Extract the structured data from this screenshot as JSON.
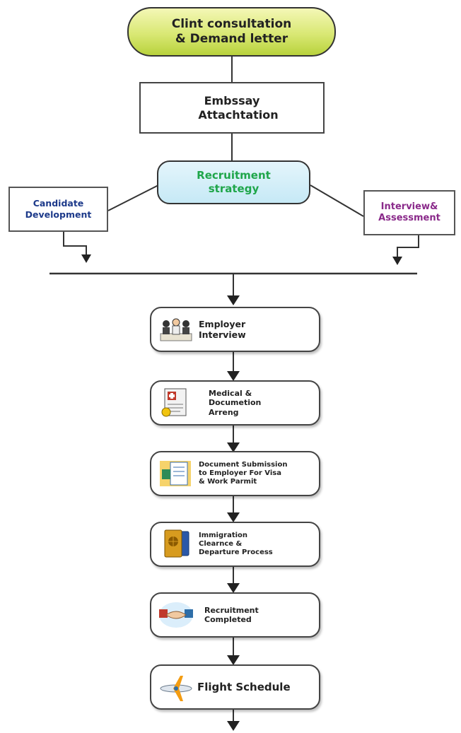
{
  "top": {
    "line1": "Clint consultation",
    "line2": "& Demand letter"
  },
  "embassy": {
    "line1": "Embssay",
    "line2": "Attachtation"
  },
  "strategy": {
    "line1": "Recruitment",
    "line2": "strategy"
  },
  "left_branch": {
    "line1": "Candidate",
    "line2": "Development"
  },
  "right_branch": {
    "line1": "Interview&",
    "line2": "Assessment"
  },
  "steps": [
    {
      "label": "Employer\nInterview",
      "icon": "interview-icon"
    },
    {
      "label": "Medical &\nDocumetion\nArreng",
      "icon": "medical-document-icon"
    },
    {
      "label": "Document Submission\nto Employer For Visa\n& Work Parmit",
      "icon": "document-submission-icon"
    },
    {
      "label": "Immigration\nClearnce &\nDeparture Process",
      "icon": "passport-icon"
    },
    {
      "label": "Recruitment\nCompleted",
      "icon": "handshake-icon"
    },
    {
      "label": "Flight  Schedule",
      "icon": "airplane-icon"
    }
  ],
  "colors": {
    "top_fill": "#d9e874",
    "strategy_fill": "#c6e9f6",
    "strategy_text": "#1fa64a",
    "candidate_text": "#1d3a8a",
    "interview_text": "#8a2a8a"
  }
}
